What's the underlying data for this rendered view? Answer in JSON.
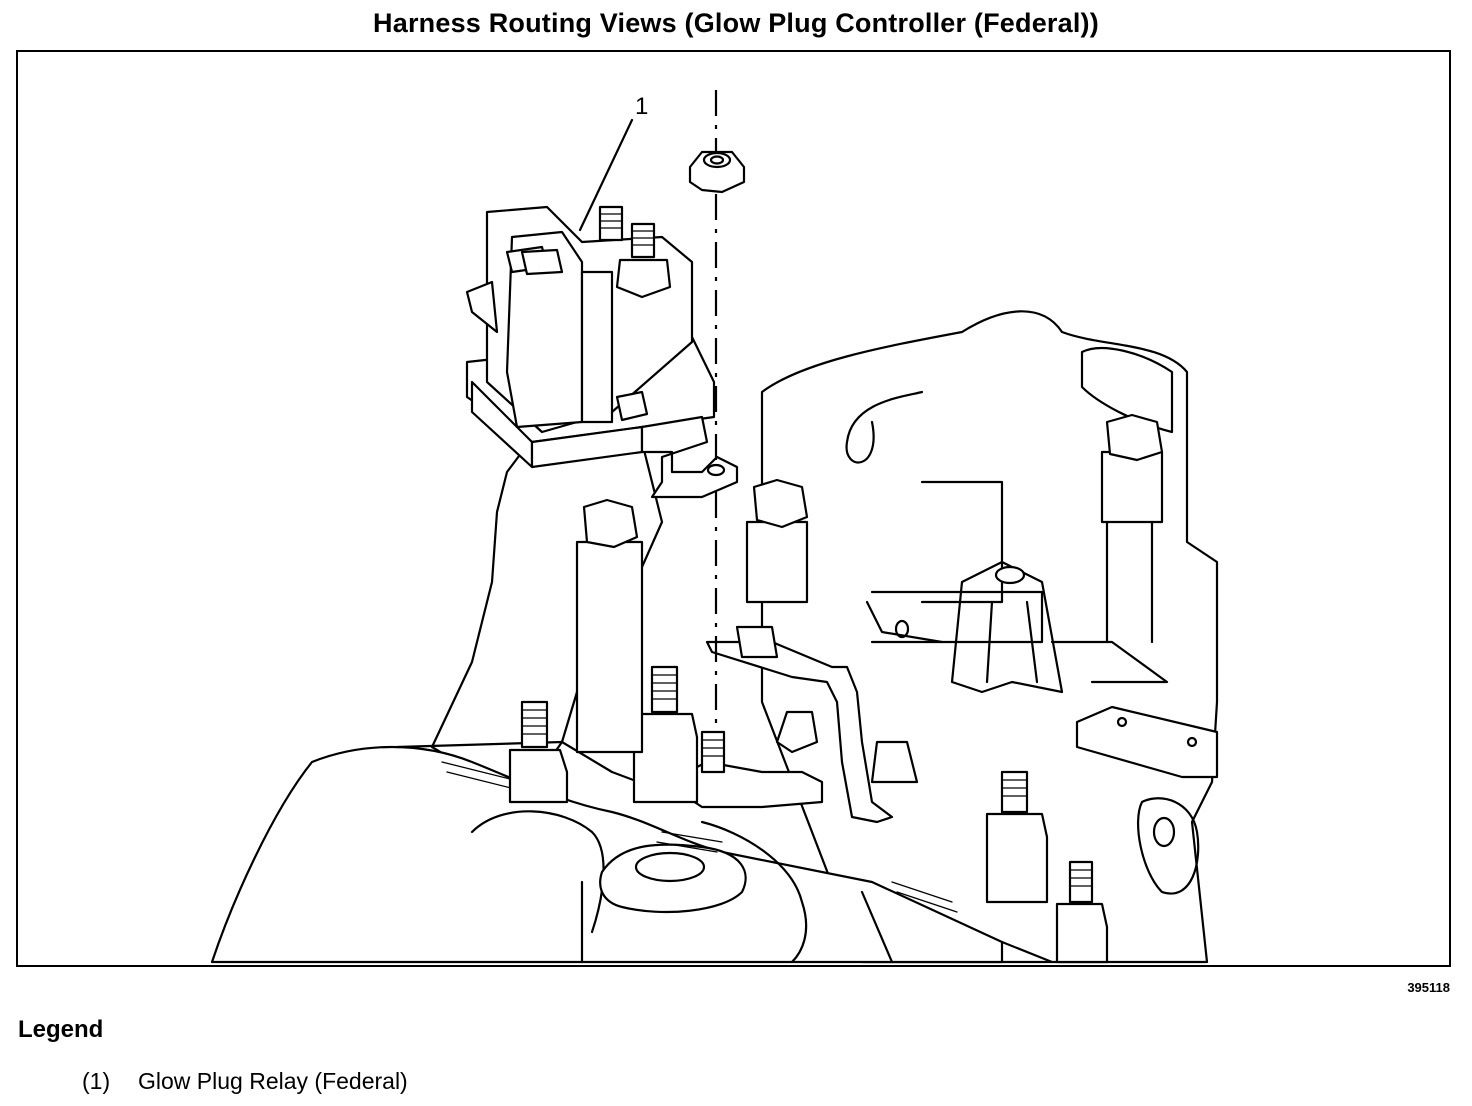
{
  "title": "Harness Routing Views (Glow Plug Controller (Federal))",
  "figure_id": "395118",
  "callouts": [
    {
      "number": "1"
    }
  ],
  "legend": {
    "title": "Legend",
    "items": [
      {
        "number": "(1)",
        "label": "Glow Plug Relay (Federal)"
      }
    ]
  }
}
